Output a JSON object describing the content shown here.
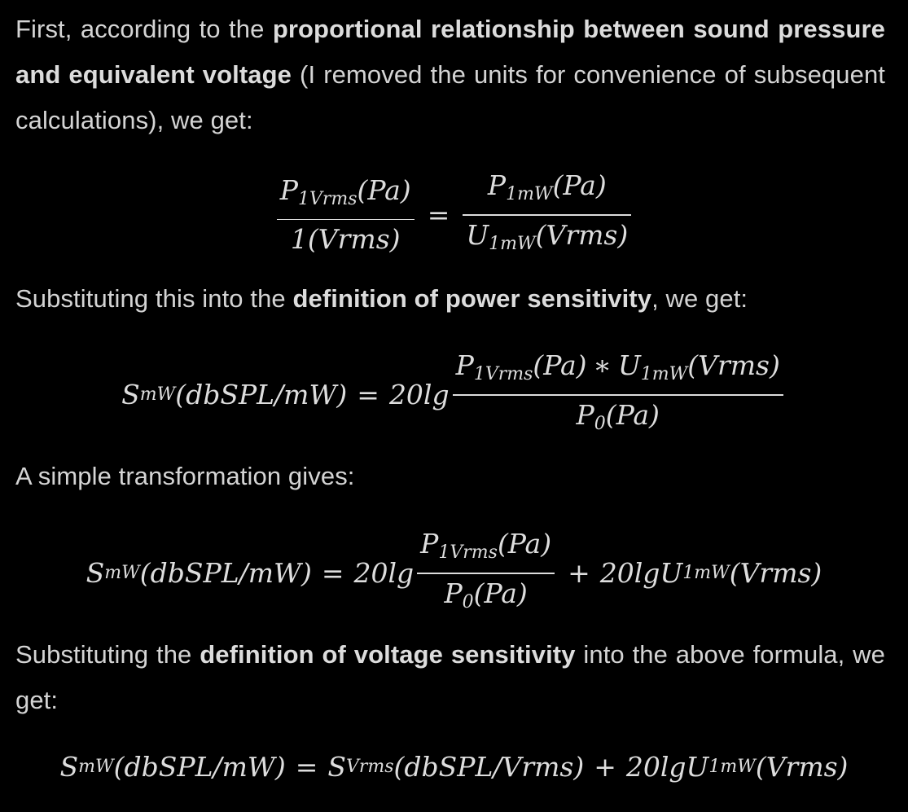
{
  "paragraphs": {
    "p1": {
      "before": "First, according to the ",
      "bold": "proportional relationship between sound pressure and equivalent voltage",
      "after": " (I removed the units for convenience of subsequent calculations), we get:"
    },
    "p2": {
      "before": "Substituting this into the ",
      "bold": "definition of power sensitivity",
      "after": ", we get:"
    },
    "p3": {
      "text": "A simple transformation gives:"
    },
    "p4": {
      "before": "Substituting the ",
      "bold": "definition of voltage sensitivity",
      "after": " into the above formula, we get:"
    }
  },
  "equations": {
    "eq1": {
      "lhs_num": {
        "base": "P",
        "sub": "1Vrms",
        "arg": "(Pa)"
      },
      "lhs_den": "1(Vrms)",
      "rhs_num": {
        "base": "P",
        "sub": "1mW",
        "arg": "(Pa)"
      },
      "rhs_den": {
        "base": "U",
        "sub": "1mW",
        "arg": "(Vrms)"
      }
    },
    "eq2": {
      "lhs": {
        "base": "S",
        "sub": "mW",
        "arg": "(dbSPL/mW)"
      },
      "coef": "20lg",
      "num_a": {
        "base": "P",
        "sub": "1Vrms",
        "arg": "(Pa)"
      },
      "times": "∗",
      "num_b": {
        "base": "U",
        "sub": "1mW",
        "arg": "(Vrms)"
      },
      "den": {
        "base": "P",
        "sub": "0",
        "arg": "(Pa)"
      }
    },
    "eq3": {
      "lhs": {
        "base": "S",
        "sub": "mW",
        "arg": "(dbSPL/mW)"
      },
      "coef": "20lg",
      "num": {
        "base": "P",
        "sub": "1Vrms",
        "arg": "(Pa)"
      },
      "den": {
        "base": "P",
        "sub": "0",
        "arg": "(Pa)"
      },
      "tail_coef": "20lg",
      "tail": {
        "base": "U",
        "sub": "1mW",
        "arg": "(Vrms)"
      }
    },
    "eq4": {
      "lhs": {
        "base": "S",
        "sub": "mW",
        "arg": "(dbSPL/mW)"
      },
      "rhs_a": {
        "base": "S",
        "sub": "Vrms",
        "arg": "(dbSPL/Vrms)"
      },
      "tail_coef": "20lg",
      "tail": {
        "base": "U",
        "sub": "1mW",
        "arg": "(Vrms)"
      }
    }
  },
  "symbols": {
    "equals": "=",
    "plus": "+"
  }
}
